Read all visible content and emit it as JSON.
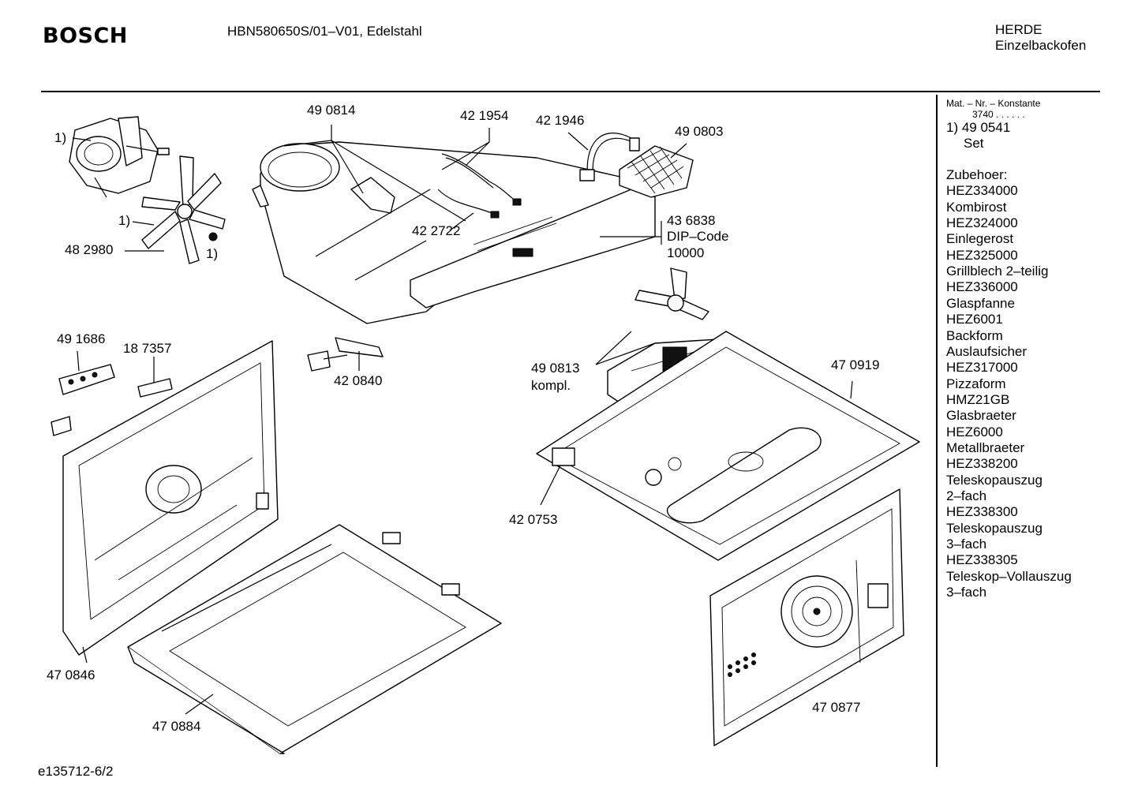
{
  "header": {
    "brand": "BOSCH",
    "model": "HBN580650S/01–V01, Edelstahl",
    "category_line1": "HERDE",
    "category_line2": "Einzelbackofen"
  },
  "footer": {
    "document_id": "e135712-6/2"
  },
  "parts": [
    {
      "id": "p1",
      "label": "1)"
    },
    {
      "id": "p2",
      "label": "1)"
    },
    {
      "id": "p3",
      "label": "1)"
    },
    {
      "id": "p4",
      "label": "48 2980"
    },
    {
      "id": "p5",
      "label": "49 0814"
    },
    {
      "id": "p6",
      "label": "42 1954"
    },
    {
      "id": "p7",
      "label": "42 1946"
    },
    {
      "id": "p8",
      "label": "49 0803"
    },
    {
      "id": "p9",
      "label": "42 2722"
    },
    {
      "id": "p10",
      "label": "43 6838"
    },
    {
      "id": "p11",
      "label": "DIP–Code"
    },
    {
      "id": "p12",
      "label": "10000"
    },
    {
      "id": "p13",
      "label": "49 1686"
    },
    {
      "id": "p14",
      "label": "18 7357"
    },
    {
      "id": "p15",
      "label": "42 0840"
    },
    {
      "id": "p16",
      "label": "49 0813"
    },
    {
      "id": "p17",
      "label": "kompl."
    },
    {
      "id": "p18",
      "label": "47 0919"
    },
    {
      "id": "p19",
      "label": "42 0753"
    },
    {
      "id": "p20",
      "label": "47 0846"
    },
    {
      "id": "p21",
      "label": "47 0884"
    },
    {
      "id": "p22",
      "label": "47 0877"
    }
  ],
  "sidebar": {
    "mat_title": "Mat. – Nr. – Konstante",
    "mat_constant": "3740 . . . . . .",
    "set_line1": "1) 49 0541",
    "set_line2": "Set",
    "accessories_title": "Zubehoer:",
    "accessories": [
      "HEZ334000",
      "Kombirost",
      "HEZ324000",
      "Einlegerost",
      "HEZ325000",
      "Grillblech 2–teilig",
      "HEZ336000",
      "Glaspfanne",
      "HEZ6001",
      "Backform",
      "Auslaufsicher",
      "HEZ317000",
      "Pizzaform",
      "HMZ21GB",
      "Glasbraeter",
      "HEZ6000",
      "Metallbraeter",
      "HEZ338200",
      "Teleskopauszug",
      "2–fach",
      "HEZ338300",
      "Teleskopauszug",
      "3–fach",
      "HEZ338305",
      "Teleskop–Vollauszug",
      "3–fach"
    ]
  }
}
